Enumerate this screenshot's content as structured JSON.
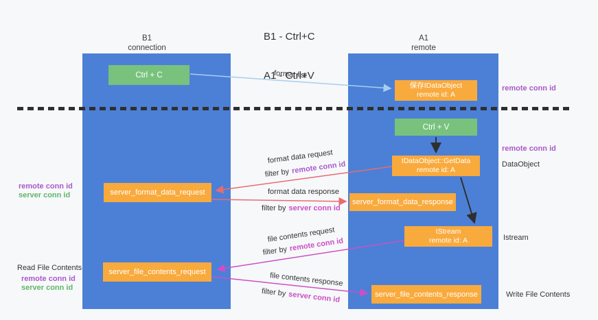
{
  "title": {
    "line1": "B1 - Ctrl+C",
    "line2": "A1 - Ctrl+V"
  },
  "lanes": {
    "left": {
      "name": "B1",
      "subtitle": "connection"
    },
    "right": {
      "name": "A1",
      "subtitle": "remote"
    }
  },
  "boxes": {
    "ctrl_c": {
      "label": "Ctrl + C"
    },
    "ctrl_v": {
      "label": "Ctrl + V"
    },
    "save_dataobject": {
      "line1": "保存IDataObject",
      "line2": "remote id: A"
    },
    "getdata": {
      "line1": "IDataObject::GetData",
      "line2": "remote id: A"
    },
    "istream": {
      "line1": "IStream",
      "line2": "remote id: A"
    },
    "format_request": {
      "label": "server_format_data_request"
    },
    "format_response": {
      "label": "server_format_data_response"
    },
    "file_request": {
      "label": "server_file_contents_request"
    },
    "file_response": {
      "label": "server_file_contents_response"
    }
  },
  "arrow_labels": {
    "format_list": "format list",
    "format_data_request": "format data request",
    "format_data_response": "format data response",
    "file_contents_request": "file contents request",
    "file_contents_response": "file contents response",
    "filter_by": "filter by",
    "remote_conn_id": "remote conn id",
    "server_conn_id": "server conn id"
  },
  "side_labels": {
    "remote_conn_id": "remote conn id",
    "server_conn_id": "server conn id",
    "dataobject": "DataObject",
    "istream": "Istream",
    "read_file_contents": "Read File Contents",
    "write_file_contents": "Write File Contents"
  },
  "colors": {
    "lane_blue": "#4c80d6",
    "box_green": "#78c27d",
    "box_orange": "#f9aa3d",
    "arrow_blue": "#a8cdee",
    "arrow_red": "#e86b72",
    "arrow_magenta": "#cb4fc6",
    "text_purple": "#a95ac8",
    "text_green": "#5fb668",
    "dashed_line": "#2f2f2f"
  }
}
